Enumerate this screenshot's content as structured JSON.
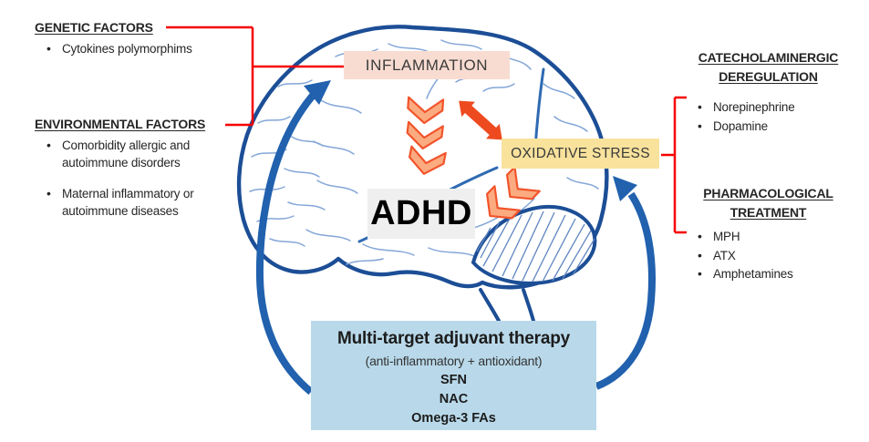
{
  "nodes": {
    "inflammation": {
      "label": "INFLAMMATION",
      "bg": "#f8dcd1"
    },
    "oxidative_stress": {
      "label": "OXIDATIVE STRESS",
      "bg": "#f8e29c"
    },
    "adhd": {
      "label": "ADHD",
      "bg": "#efefef"
    }
  },
  "left_panel": {
    "sections": [
      {
        "heading": "GENETIC FACTORS",
        "bullets": [
          "Cytokines polymorphims"
        ]
      },
      {
        "heading": "ENVIRONMENTAL FACTORS",
        "bullets": [
          "Comorbidity allergic and autoimmune disorders",
          "Maternal inflammatory or autoimmune diseases"
        ]
      }
    ]
  },
  "right_panel": {
    "sections": [
      {
        "heading": "CATECHOLAMINERGIC DEREGULATION",
        "bullets": [
          "Norepinephrine",
          "Dopamine"
        ]
      },
      {
        "heading": "PHARMACOLOGICAL TREATMENT",
        "bullets": [
          "MPH",
          "ATX",
          "Amphetamines"
        ]
      }
    ]
  },
  "therapy_box": {
    "title": "Multi-target adjuvant therapy",
    "subtitle": "(anti-inflammatory + antioxidant)",
    "items": [
      "SFN",
      "NAC",
      "Omega-3 FAs"
    ],
    "bg": "#b9d9ea"
  },
  "colors": {
    "bracket_red": "#f60000",
    "brain_outline_blue": "#1c4e96",
    "cycle_arrow_blue": "#2161ae",
    "sulci_light_blue": "#84a6d8",
    "sulci_medium_blue": "#2f6ab2",
    "chevron_fill": "#fcab80",
    "chevron_stroke": "#f2542b",
    "double_arrow_orange": "#ee4a1f"
  }
}
